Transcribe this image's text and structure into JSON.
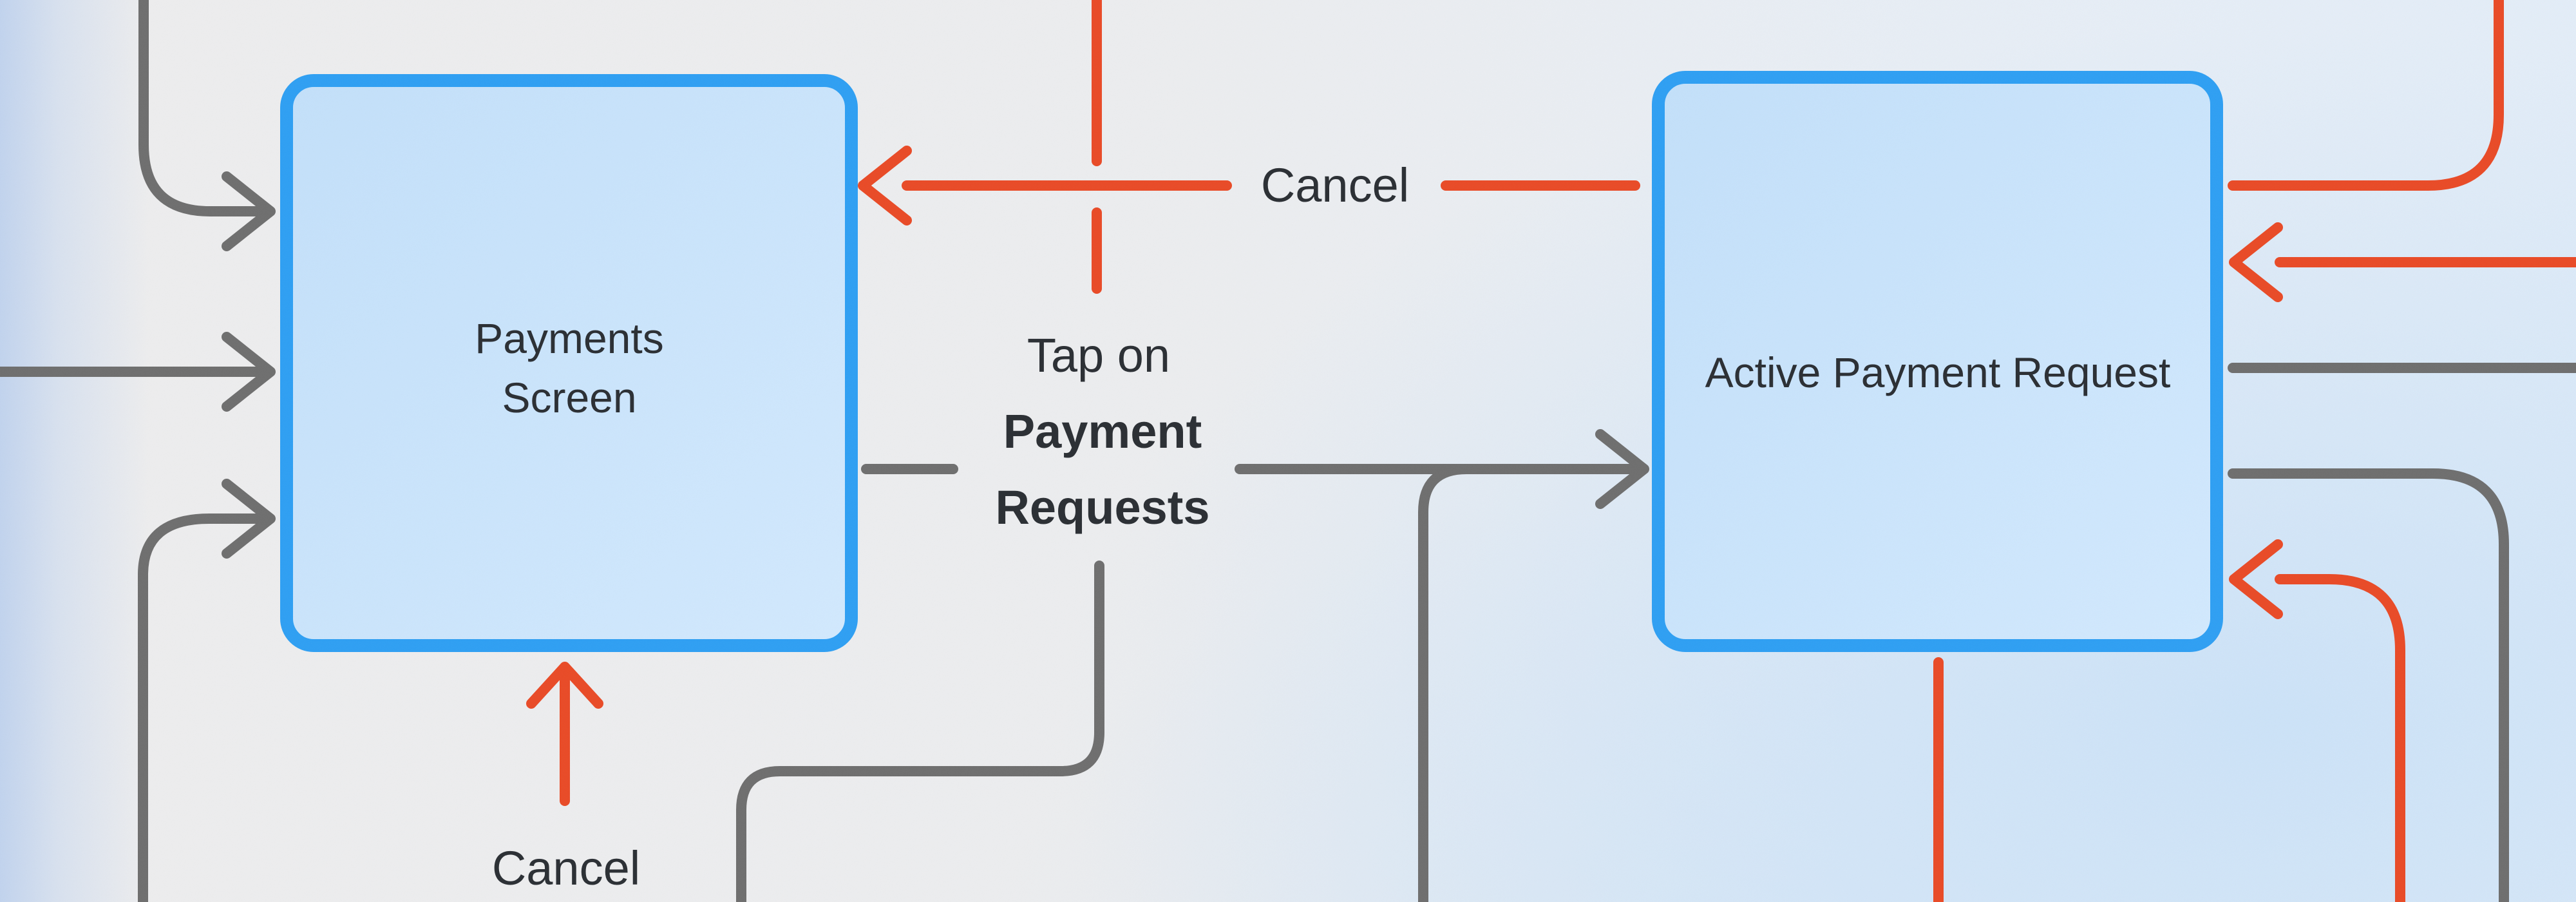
{
  "diagram": {
    "title": "Payment flow diagram (cropped view)",
    "nodes": {
      "payments_screen": {
        "label_line1": "Payments",
        "label_line2": "Screen"
      },
      "active_payment_request": {
        "label": "Active Payment Request"
      }
    },
    "edge_labels": {
      "cancel_top": "Cancel",
      "cancel_bottom": "Cancel",
      "tap_line1": "Tap on",
      "tap_line2": "Payment",
      "tap_line3": "Requests"
    }
  },
  "palette": {
    "node_fill": "#C3E0FA",
    "node_fill_light": "#D2E9FE",
    "node_border": "#2E9FF3",
    "connector_gray": "#6E6E6E",
    "connector_red": "#E94A26",
    "ink": "#2A2E33",
    "background": "#ECEDEF",
    "background_left_tint": "#BFD2EE",
    "background_right_tint": "#CBE2F8"
  }
}
